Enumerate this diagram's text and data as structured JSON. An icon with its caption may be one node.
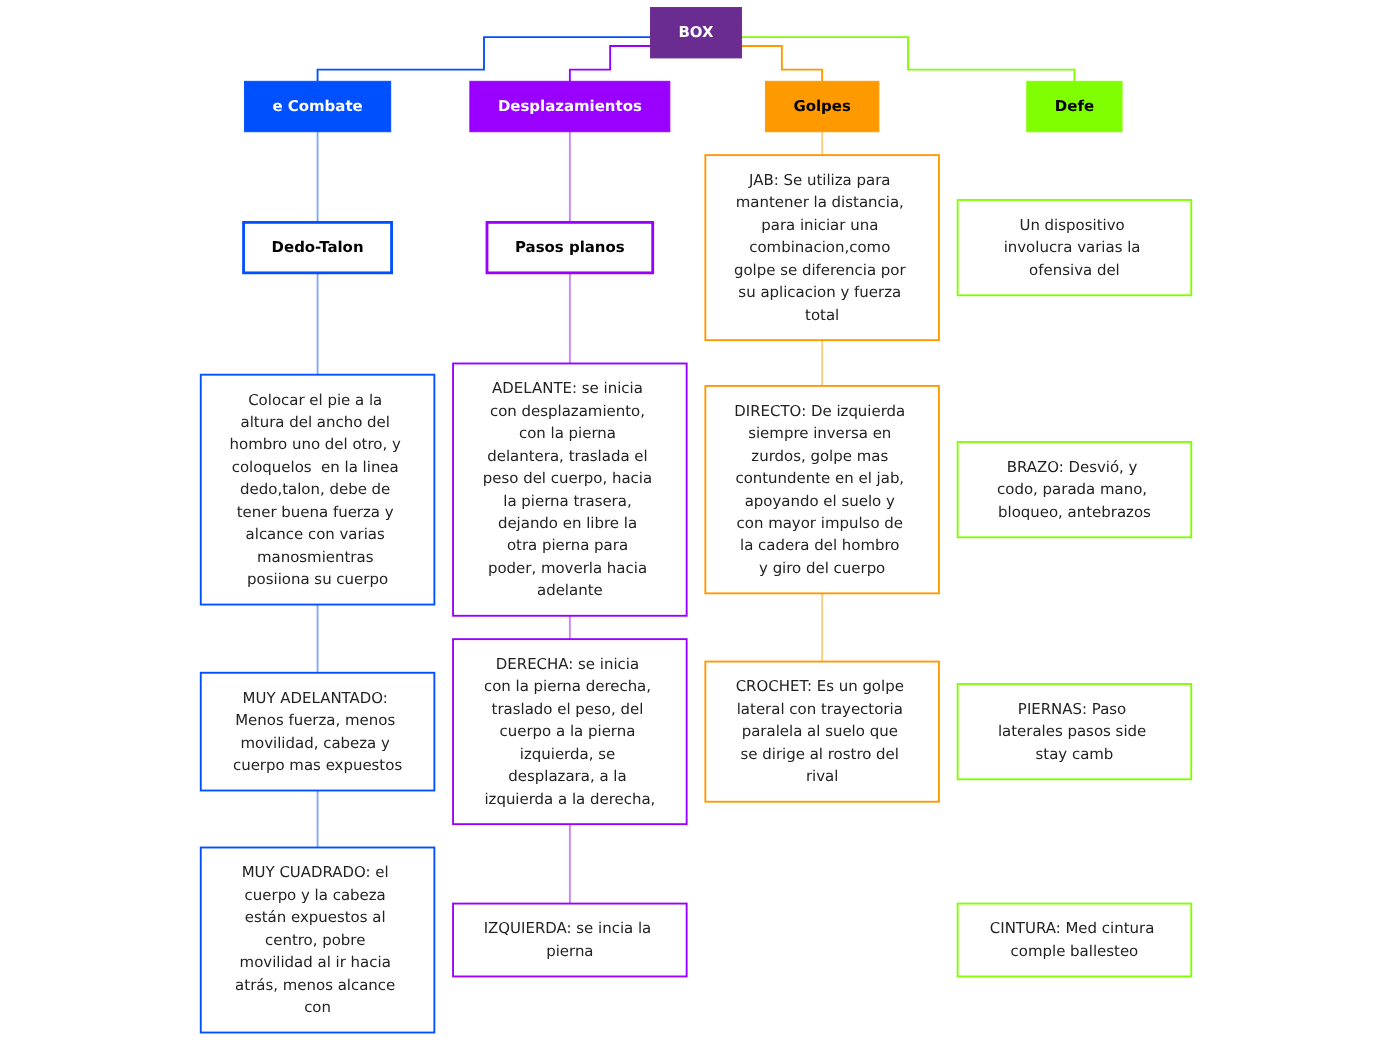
{
  "diagram": {
    "nodes": [
      {
        "text": [
          "BOX"
        ]
      },
      {
        "text": [
          "e Combate"
        ]
      },
      {
        "text": [
          "Dedo-Talon"
        ]
      },
      {
        "text": [
          "Colocar el pie a la altura del ancho del hombro uno del otro, y coloquelos  en la linea dedo,talon, debe de tener buena fuerza y alcance con varias manosmientras posiiona su cuerpo"
        ]
      },
      {
        "text": [
          "MUY ADELANTADO: Menos fuerza, menos movilidad, cabeza y cuerpo mas expuestos"
        ]
      },
      {
        "text": [
          "MUY CUADRADO: el cuerpo y la cabeza están expuestos al centro, pobre movilidad al ir hacia atrás, menos alcance con"
        ]
      },
      {
        "text": [
          "Desplazamientos"
        ]
      },
      {
        "text": [
          "Pasos planos"
        ]
      },
      {
        "text": [
          "ADELANTE: se inicia con desplazamiento, con la pierna delantera, traslada el peso del cuerpo, hacia la pierna trasera, dejando en libre la otra pierna para poder, moverla hacia adelante"
        ]
      },
      {
        "text": [
          "DERECHA: se inicia con la pierna derecha, traslado el peso, del cuerpo a la pierna izquierda, se desplazara, a la izquierda a la derecha,"
        ]
      },
      {
        "text": [
          "IZQUIERDA: se incia la pierna"
        ]
      },
      {
        "text": [
          "Golpes"
        ]
      },
      {
        "text": [
          "JAB: Se utiliza para mantener la distancia, para iniciar una combinacion,como golpe se diferencia por su aplicacion y fuerza total"
        ]
      },
      {
        "text": [
          "DIRECTO: De izquierda siempre inversa en zurdos, golpe mas contundente en el jab, apoyando el suelo y con mayor impulso de la cadera del hombro y giro del cuerpo"
        ]
      },
      {
        "text": [
          "CROCHET: Es un golpe lateral con trayectoria paralela al suelo que se dirige al rostro del rival"
        ]
      },
      {
        "text": [
          "Defe"
        ]
      },
      {
        "text": [
          "Un dispositivo involucra varias la ofensiva del"
        ]
      },
      {
        "text": [
          "BRAZO: Desvió, y codo, parada mano, bloqueo, antebrazos"
        ]
      },
      {
        "text": [
          "PIERNAS: Paso laterales pasos side stay camb"
        ]
      },
      {
        "text": [
          "CINTURA: Med cintura comple ballesteo"
        ]
      }
    ],
    "edges": [
      {
        "from": 0,
        "to": 1,
        "arrow": "none",
        "color": "#0050ff"
      },
      {
        "from": 0,
        "to": 6,
        "arrow": "none",
        "color": "#9900ff"
      },
      {
        "from": 0,
        "to": 11,
        "arrow": "none",
        "color": "#ff9900"
      },
      {
        "from": 0,
        "to": 15,
        "arrow": "none",
        "color": "#80ff00"
      },
      {
        "from": 1,
        "to": 2,
        "arrow": "none",
        "color": "#80a8ff"
      },
      {
        "from": 2,
        "to": 3,
        "arrow": "none",
        "color": "#80a8ff"
      },
      {
        "from": 3,
        "to": 4,
        "arrow": "none",
        "color": "#80a8ff"
      },
      {
        "from": 4,
        "to": 5,
        "arrow": "none",
        "color": "#80a8ff"
      },
      {
        "from": 6,
        "to": 7,
        "arrow": "none",
        "color": "#cc80ff"
      },
      {
        "from": 7,
        "to": 8,
        "arrow": "none",
        "color": "#cc80ff"
      },
      {
        "from": 8,
        "to": 9,
        "arrow": "none",
        "color": "#cc80ff"
      },
      {
        "from": 9,
        "to": 10,
        "arrow": "none",
        "color": "#cc80ff"
      },
      {
        "from": 11,
        "to": 12,
        "arrow": "none",
        "color": "#ffcc80"
      },
      {
        "from": 12,
        "to": 13,
        "arrow": "none",
        "color": "#ffcc80"
      },
      {
        "from": 13,
        "to": 14,
        "arrow": "none",
        "color": "#ffcc80"
      }
    ]
  }
}
